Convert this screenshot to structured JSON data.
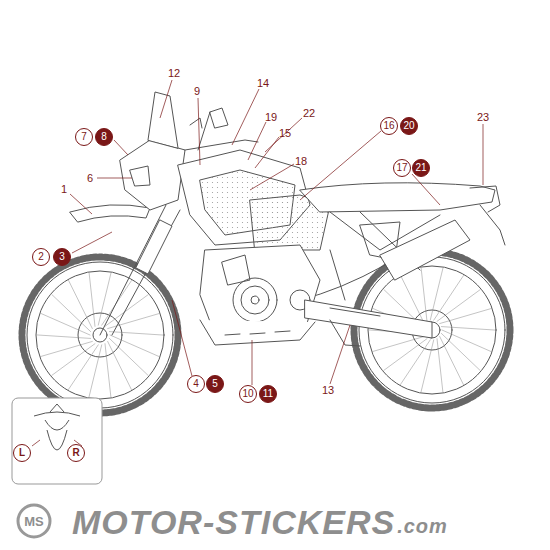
{
  "diagram": {
    "nodes": [
      {
        "text": [
          "7"
        ]
      },
      {
        "text": [
          "8"
        ]
      },
      {
        "text": [
          "16"
        ]
      },
      {
        "text": [
          "20"
        ]
      },
      {
        "text": [
          "17"
        ]
      },
      {
        "text": [
          "21"
        ]
      },
      {
        "text": [
          "2"
        ]
      },
      {
        "text": [
          "3"
        ]
      },
      {
        "text": [
          "4"
        ]
      },
      {
        "text": [
          "5"
        ]
      },
      {
        "text": [
          "10"
        ]
      },
      {
        "text": [
          "11"
        ]
      },
      {
        "text": [
          "L"
        ]
      },
      {
        "text": [
          "R"
        ]
      }
    ],
    "labels": [
      "12",
      "9",
      "14",
      "22",
      "19",
      "15",
      "18",
      "23",
      "6",
      "1",
      "13",
      "MS",
      "MOTOR-STICKERS",
      ".com"
    ]
  }
}
